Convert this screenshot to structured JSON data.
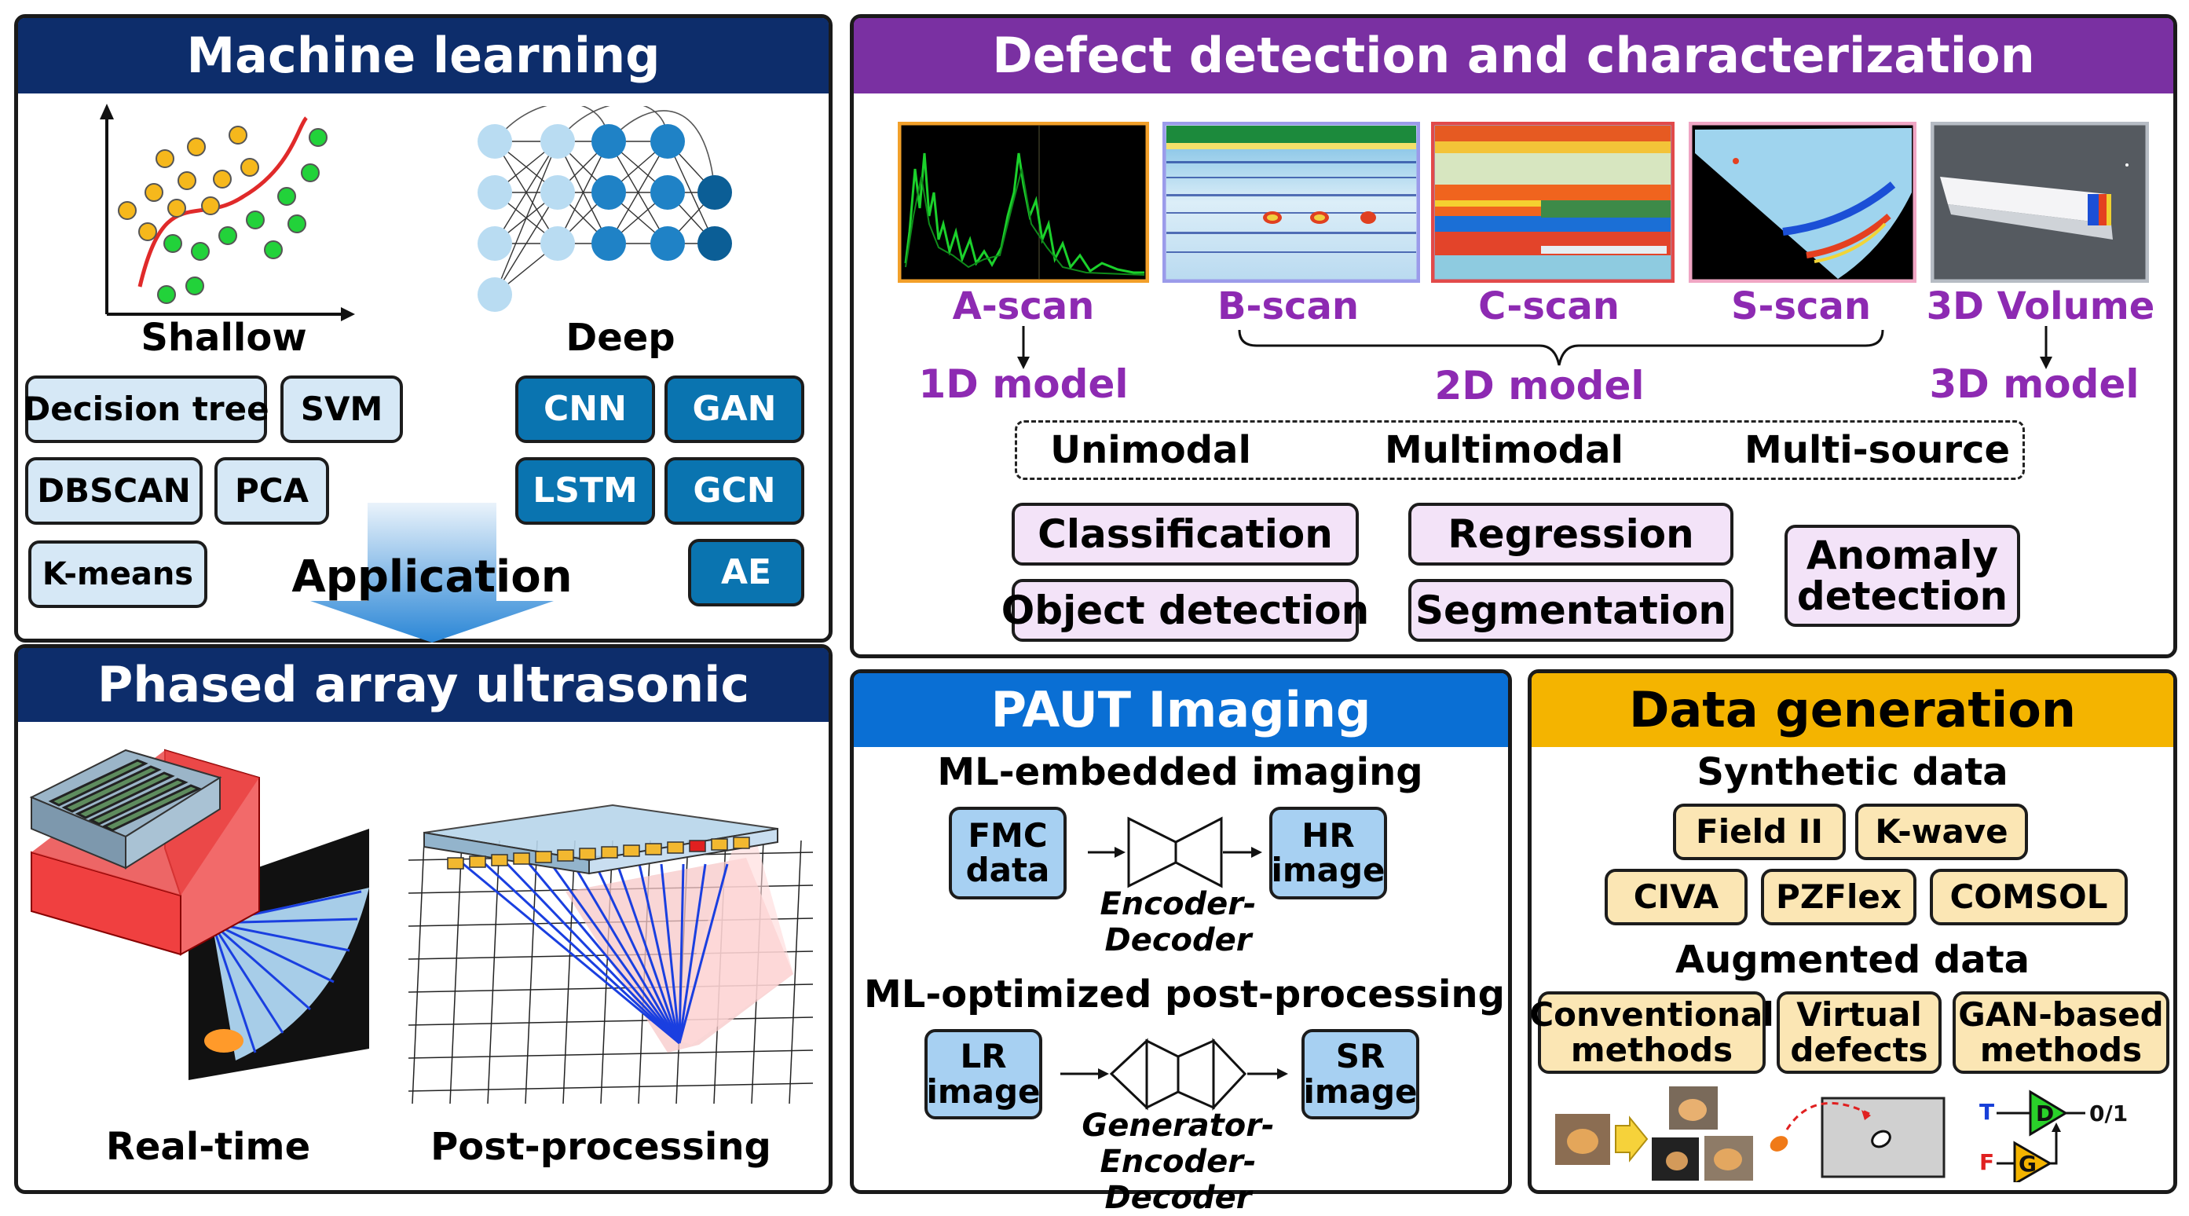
{
  "colors": {
    "ml_header": "#0d2d6b",
    "defect_header": "#7a30a2",
    "paut_header": "#0a6fd4",
    "data_header": "#f4b400",
    "purple_text": "#8d2ab2"
  },
  "ml": {
    "title": "Machine learning",
    "shallow_label": "Shallow",
    "deep_label": "Deep",
    "shallow_methods": [
      "Decision tree",
      "SVM",
      "DBSCAN",
      "PCA",
      "K-means"
    ],
    "deep_methods": [
      "CNN",
      "GAN",
      "LSTM",
      "GCN",
      "AE"
    ],
    "arrow_label": "Application"
  },
  "paut": {
    "title": "Phased array ultrasonic testing",
    "realtime_label": "Real-time",
    "postprocessing_label": "Post-processing"
  },
  "defect": {
    "title": "Defect detection and characterization",
    "scans": [
      "A-scan",
      "B-scan",
      "C-scan",
      "S-scan",
      "3D Volume"
    ],
    "models": [
      "1D model",
      "2D model",
      "3D model"
    ],
    "modalities": [
      "Unimodal",
      "Multimodal",
      "Multi-source"
    ],
    "tasks": [
      "Classification",
      "Regression",
      "Object detection",
      "Segmentation",
      "Anomaly detection"
    ]
  },
  "imaging": {
    "title": "PAUT Imaging",
    "embedded_title": "ML-embedded imaging",
    "embedded_input": "FMC data",
    "embedded_output": "HR image",
    "embedded_net": "Encoder-Decoder",
    "optimized_title": "ML-optimized post-processing",
    "optimized_input": "LR image",
    "optimized_output": "SR image",
    "optimized_net": "Generator-Encoder-Decoder"
  },
  "datagen": {
    "title": "Data generation",
    "synthetic_title": "Synthetic data",
    "synthetic_tools": [
      "Field II",
      "K-wave",
      "CIVA",
      "PZFlex",
      "COMSOL"
    ],
    "augmented_title": "Augmented data",
    "augmented_methods": [
      "Conventional methods",
      "Virtual defects",
      "GAN-based methods"
    ],
    "gan_labels": {
      "true": "T",
      "fake": "F",
      "discriminator": "D",
      "generator": "G",
      "output": "0/1"
    }
  }
}
